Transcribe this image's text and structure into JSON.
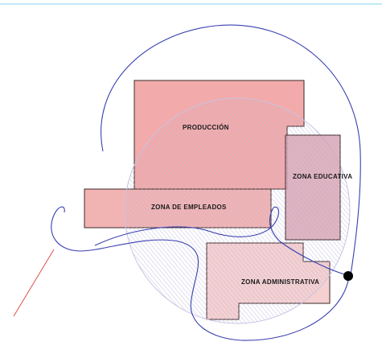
{
  "labels": {
    "produccion": "PRODUCCIÓN",
    "zona_educativa": "ZONA EDUCATIVA",
    "zona_empleados": "ZONA DE EMPLEADOS",
    "zona_administrativa": "ZONA ADMINISTRATIVA"
  },
  "colors": {
    "top_border": "#bfe9f7",
    "outline": "#3a3fb0",
    "hatch": "#b7b5d8",
    "produccion_fill": "#f2aaaa",
    "educativa_fill": "#dba6b4",
    "empleados_fill": "#f2b3b3",
    "administrativa_fill": "#f6d0d0",
    "access_line": "#e05050",
    "marker": "#000000"
  }
}
